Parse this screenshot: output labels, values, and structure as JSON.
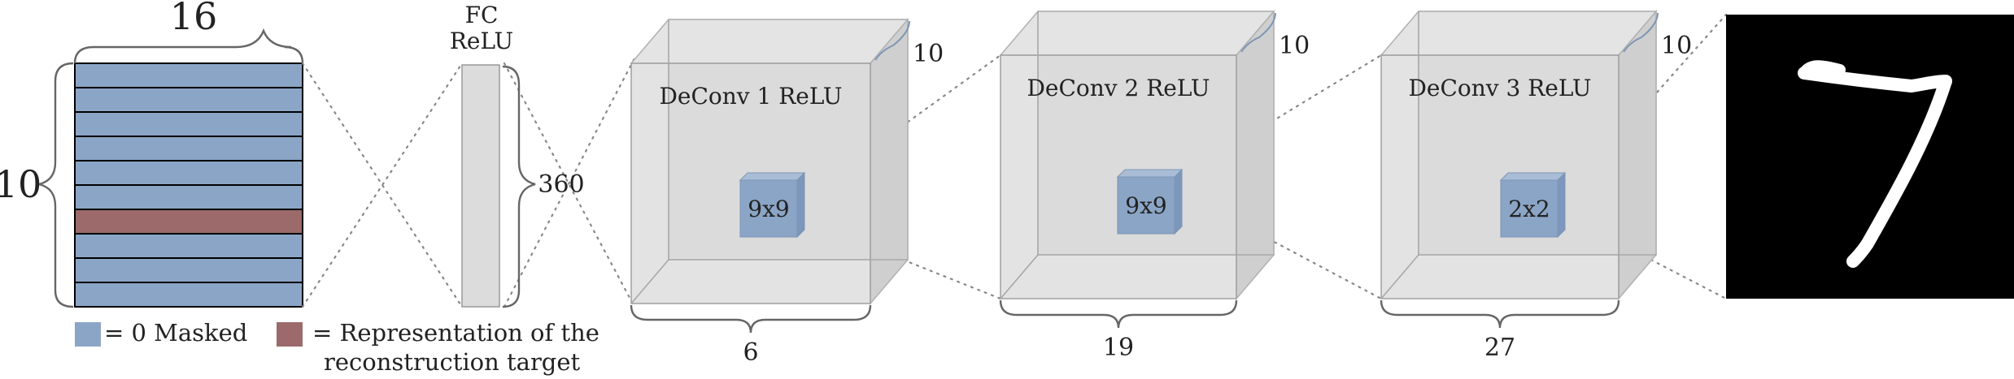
{
  "matrix": {
    "width_label": "16",
    "height_label": "10",
    "rows": [
      "masked",
      "masked",
      "masked",
      "masked",
      "masked",
      "masked",
      "target",
      "masked",
      "masked",
      "masked"
    ]
  },
  "legend": {
    "masked_text": "= 0 Masked",
    "target_line1": "= Representation of the",
    "target_line2": "reconstruction target"
  },
  "fc": {
    "line1": "FC",
    "line2": "ReLU",
    "size_label": "360"
  },
  "deconv": [
    {
      "label": "DeConv 1 ReLU",
      "kernel": "9x9",
      "width": "6",
      "depth": "10"
    },
    {
      "label": "DeConv 2 ReLU",
      "kernel": "9x9",
      "width": "19",
      "depth": "10"
    },
    {
      "label": "DeConv 3 ReLU",
      "kernel": "2x2",
      "width": "27",
      "depth": "10"
    }
  ],
  "output_image": {
    "digit": "7"
  },
  "colors": {
    "masked": "#8ba5c6",
    "target": "#9c6a6a",
    "volume_front": "#d9d9d9",
    "volume_side": "#cfcfcf",
    "volume_top": "#e4e4e4",
    "kernel": "#8ba5c6",
    "output_bg": "#000000",
    "digit": "#ffffff"
  }
}
